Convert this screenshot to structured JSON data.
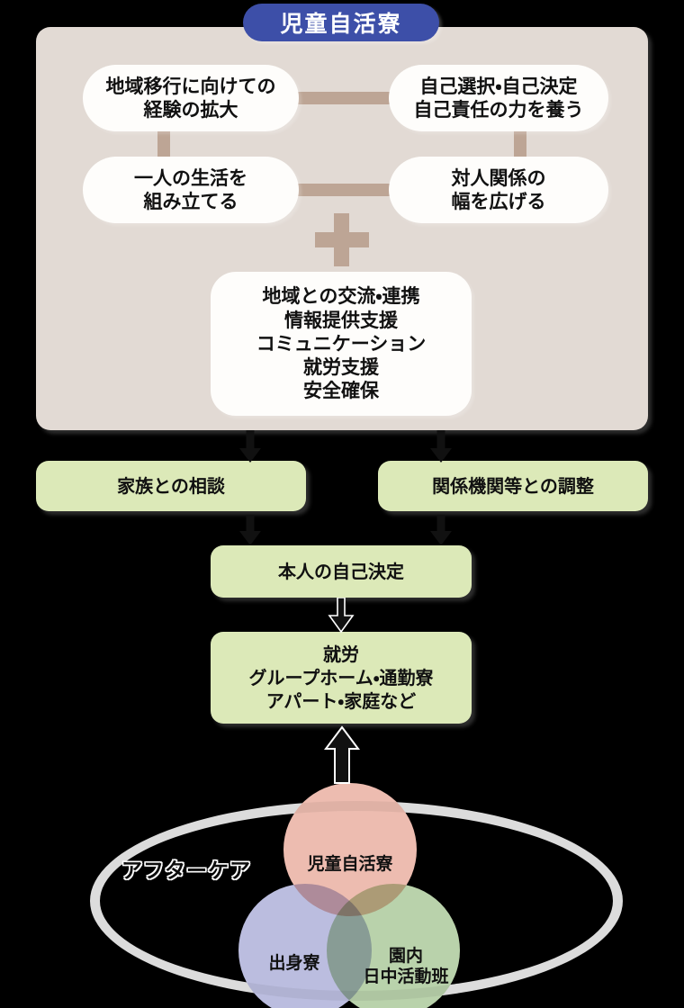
{
  "title": {
    "label": "児童自活寮"
  },
  "panel": {
    "pills": [
      {
        "id": "community-transition",
        "label": "地域移行に向けての\n経験の拡大"
      },
      {
        "id": "self-determination",
        "label": "自己選択・自己決定\n自己責任の力を養う"
      },
      {
        "id": "build-solo-life",
        "label": "一人の生活を\n組み立てる"
      },
      {
        "id": "widen-relationships",
        "label": "対人関係の\n幅を広げる"
      }
    ],
    "center_pill": {
      "id": "support-services",
      "label": "地域との交流・連携\n情報提供支援\nコミュニケーション\n就労支援\n安全確保"
    },
    "plus_symbol": "+"
  },
  "flow": {
    "family_consult": "家族との相談",
    "agency_coordination": "関係機関等との調整",
    "self_decision": "本人の自己決定",
    "outcome": "就労\nグループホーム・通勤寮\nアパート・家庭など"
  },
  "venn": {
    "outer_label": "アフターケア",
    "circles": [
      {
        "id": "jido-jikatsuryo",
        "label": "児童自活寮",
        "color": "#EDBCB0"
      },
      {
        "id": "shusshin-ryo",
        "label": "出身寮",
        "color": "#BBBDDF"
      },
      {
        "id": "ennai-nicchu",
        "label": "園内\n日中活動班",
        "color": "#B9D2AB"
      }
    ]
  },
  "colors": {
    "badge_blue": "#3D4FA8",
    "panel_tan": "#E2DAD4",
    "connector_tan": "#BDA595",
    "pill_white": "#FEFDFB",
    "green_box": "#DCE9B8",
    "arrow_black": "#111111",
    "ring_white": "#EFEFEF",
    "background": "#000000"
  }
}
